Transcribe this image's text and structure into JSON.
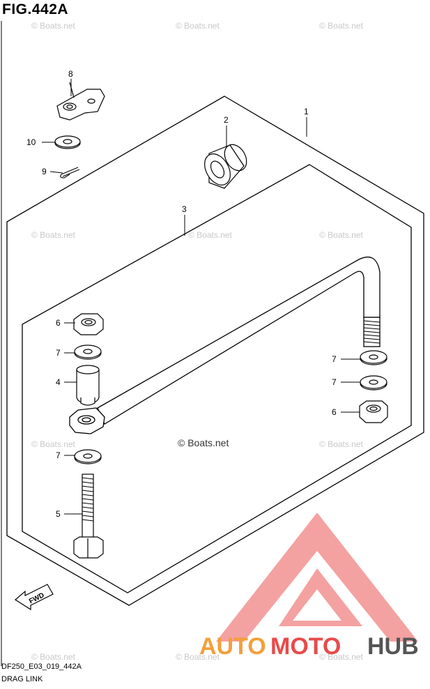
{
  "figure": {
    "title": "FIG.442A",
    "code": "DF250_E03_019_442A",
    "name": "DRAG LINK"
  },
  "watermark": {
    "text": "© Boats.net"
  },
  "callouts": [
    {
      "id": "1",
      "label": "1"
    },
    {
      "id": "2",
      "label": "2"
    },
    {
      "id": "3",
      "label": "3"
    },
    {
      "id": "4",
      "label": "4"
    },
    {
      "id": "5",
      "label": "5"
    },
    {
      "id": "6a",
      "label": "6"
    },
    {
      "id": "6b",
      "label": "6"
    },
    {
      "id": "7a",
      "label": "7"
    },
    {
      "id": "7b",
      "label": "7"
    },
    {
      "id": "7c",
      "label": "7"
    },
    {
      "id": "7d",
      "label": "7"
    },
    {
      "id": "8",
      "label": "8"
    },
    {
      "id": "9",
      "label": "9"
    },
    {
      "id": "10",
      "label": "10"
    }
  ],
  "fwd_label": "FWD",
  "logo": {
    "part1": "AUTO",
    "part2": "MOTO",
    "part3": "HUB",
    "color1": "#f2a03b",
    "color2": "#e84b4b",
    "color3": "#555555"
  }
}
